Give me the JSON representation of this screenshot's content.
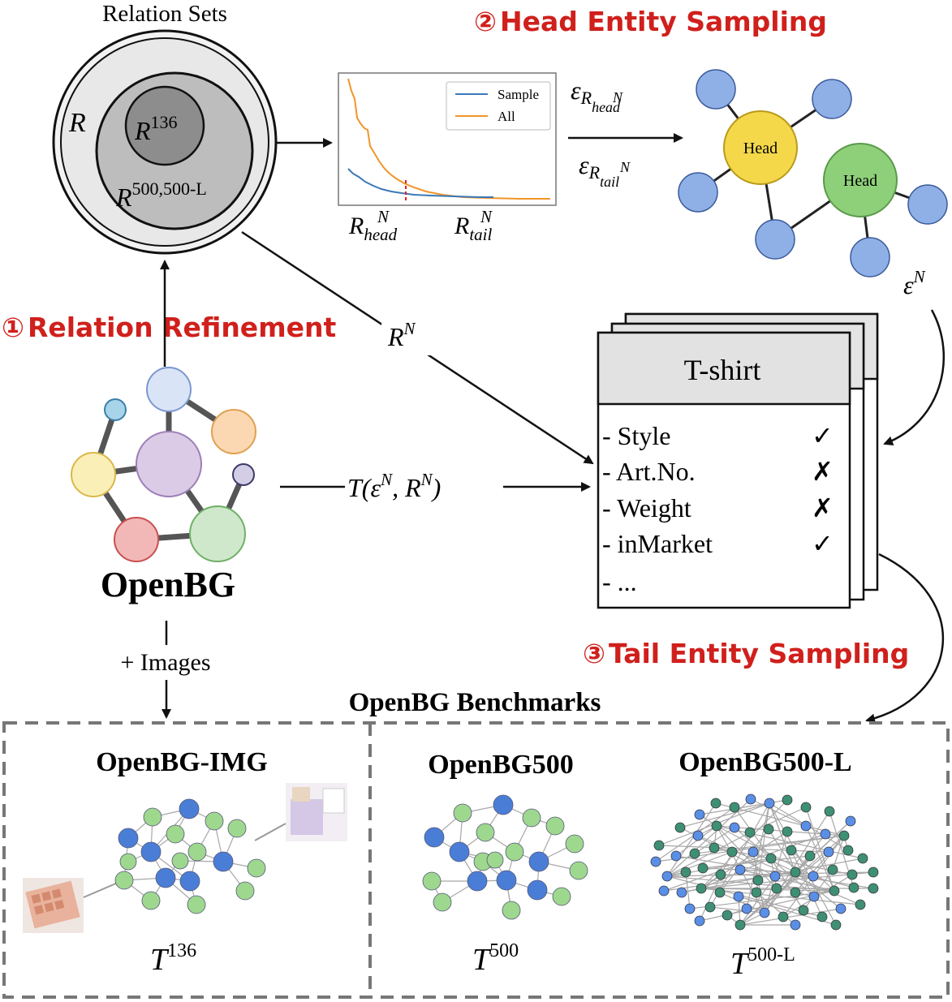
{
  "relation_sets": {
    "title": "Relation Sets",
    "outer_label": "R",
    "inner_small_label": "R",
    "inner_small_sup": "136",
    "inner_large_label": "R",
    "inner_large_sup": "500,500-L"
  },
  "step2": {
    "number": "②",
    "label": "Head Entity Sampling"
  },
  "step1": {
    "number": "①",
    "label": "Relation Refinement"
  },
  "step3": {
    "number": "③",
    "label": "Tail Entity Sampling"
  },
  "distribution_plot": {
    "legend_sample": "Sample",
    "legend_all": "All",
    "label_head": "R",
    "label_head_sub": "head",
    "label_head_sup": "N",
    "label_tail": "R",
    "label_tail_sub": "tail",
    "label_tail_sup": "N",
    "colors": {
      "sample": "#3b78b8",
      "all": "#f0952a",
      "cut": "#e02020"
    }
  },
  "edges": {
    "e_head": "ε",
    "e_head_sub": "R",
    "e_head_subsub": "head",
    "e_head_subsup": "N",
    "e_tail": "ε",
    "e_tail_sub": "R",
    "e_tail_subsub": "tail",
    "e_tail_subsup": "N",
    "r_n": "R",
    "r_n_sup": "N",
    "e_n": "ε",
    "e_n_sup": "N",
    "t_formula": "T(ε",
    "t_formula_sup1": "N",
    "t_formula_mid": ", R",
    "t_formula_sup2": "N",
    "t_formula_end": ")"
  },
  "entity_graph": {
    "head1": "Head",
    "head2": "Head",
    "colors": {
      "head1": "#f5d84a",
      "head2": "#8ed07a",
      "node": "#8fb0e6"
    }
  },
  "card": {
    "title": "T-shirt",
    "items": [
      {
        "label": "- Style",
        "mark": "✓"
      },
      {
        "label": "- Art.No.",
        "mark": "✗"
      },
      {
        "label": "- Weight",
        "mark": "✗"
      },
      {
        "label": "- inMarket",
        "mark": "✓"
      },
      {
        "label": "- ...",
        "mark": ""
      }
    ]
  },
  "openbg": {
    "name": "OpenBG",
    "images_label": "+ Images"
  },
  "benchmarks": {
    "title": "OpenBG Benchmarks",
    "items": [
      {
        "name": "OpenBG-IMG",
        "symbol": "T",
        "sup": "136"
      },
      {
        "name": "OpenBG500",
        "symbol": "T",
        "sup": "500"
      },
      {
        "name": "OpenBG500-L",
        "symbol": "T",
        "sup": "500-L"
      }
    ]
  }
}
